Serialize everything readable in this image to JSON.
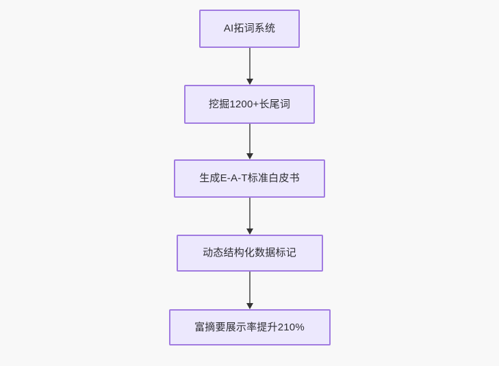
{
  "diagram": {
    "type": "flowchart",
    "orientation": "top-to-bottom",
    "background_color": "#f8f8f8",
    "node_fill_color": "#ece8fd",
    "node_border_color": "#a07ae0",
    "node_text_color": "#2e2e33",
    "connector_color": "#707070",
    "arrowhead_color": "#333333",
    "nodes": [
      {
        "id": "node-ai-keyword-system",
        "label": "AI拓词系统"
      },
      {
        "id": "node-mine-longtail",
        "label": "挖掘1200+长尾词"
      },
      {
        "id": "node-generate-eat-whitepaper",
        "label": "生成E-A-T标准白皮书"
      },
      {
        "id": "node-dynamic-structured-data",
        "label": "动态结构化数据标记"
      },
      {
        "id": "node-rich-snippet-result",
        "label": "富摘要展示率提升210%"
      }
    ],
    "edges": [
      {
        "id": "edge-1",
        "from": "node-ai-keyword-system",
        "to": "node-mine-longtail",
        "label": ""
      },
      {
        "id": "edge-2",
        "from": "node-mine-longtail",
        "to": "node-generate-eat-whitepaper",
        "label": ""
      },
      {
        "id": "edge-3",
        "from": "node-generate-eat-whitepaper",
        "to": "node-dynamic-structured-data",
        "label": ""
      },
      {
        "id": "edge-4",
        "from": "node-dynamic-structured-data",
        "to": "node-rich-snippet-result",
        "label": ""
      }
    ]
  }
}
